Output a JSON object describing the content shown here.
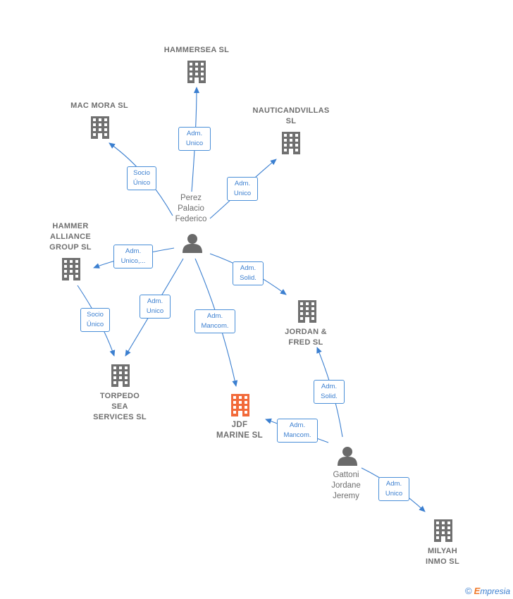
{
  "companies": {
    "hammersea": "HAMMERSEA SL",
    "macmora": "MAC MORA SL",
    "nauticand": "NAUTICANDVILLAS\nSL",
    "hammeralliance": "HAMMER\nALLIANCE\nGROUP  SL",
    "torpedo": "TORPEDO\nSEA\nSERVICES  SL",
    "jordan": "JORDAN &\nFRED  SL",
    "jdf": "JDF\nMARINE  SL",
    "milyah": "MILYAH\nINMO  SL"
  },
  "persons": {
    "perez": "Perez\nPalacio\nFederico",
    "gattoni": "Gattoni\nJordane\nJeremy"
  },
  "roles": {
    "perez_hammersea": "Adm.\nUnico",
    "perez_macmora": "Socio\nÚnico",
    "perez_nauticand": "Adm.\nUnico",
    "perez_hammeralliance": "Adm.\nUnico,...",
    "perez_jordan": "Adm.\nSolid.",
    "perez_torpedo": "Adm.\nUnico",
    "perez_jdf": "Adm.\nMancom.",
    "hammeralliance_torpedo": "Socio\nÚnico",
    "gattoni_jordan": "Adm.\nSolid.",
    "gattoni_jdf": "Adm.\nMancom.",
    "gattoni_milyah": "Adm.\nUnico"
  },
  "footer": {
    "copyright": "©",
    "brand_first": "E",
    "brand_rest": "mpresia"
  },
  "colors": {
    "building": "#707070",
    "highlight": "#f26a3a",
    "edge": "#3b7fd0",
    "person": "#6a6a6a"
  }
}
